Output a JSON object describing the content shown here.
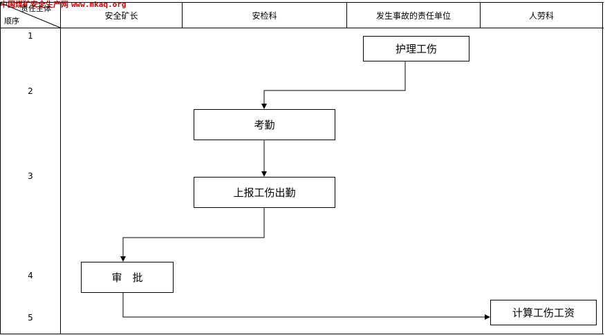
{
  "watermark": {
    "site": "中国煤矿安全生产网",
    "url": "www.mkaq.org"
  },
  "header": {
    "corner_top": "责任主体",
    "corner_bottom": "顺序",
    "columns": [
      "安全矿长",
      "安检科",
      "发生事故的责任单位",
      "人劳科"
    ]
  },
  "sequence": [
    "1",
    "2",
    "3",
    "4",
    "5"
  ],
  "steps": {
    "nursing": "护理工伤",
    "attendance": "考勤",
    "report": "上报工伤出勤",
    "approve": "审　批",
    "calculate": "计算工伤工资"
  }
}
